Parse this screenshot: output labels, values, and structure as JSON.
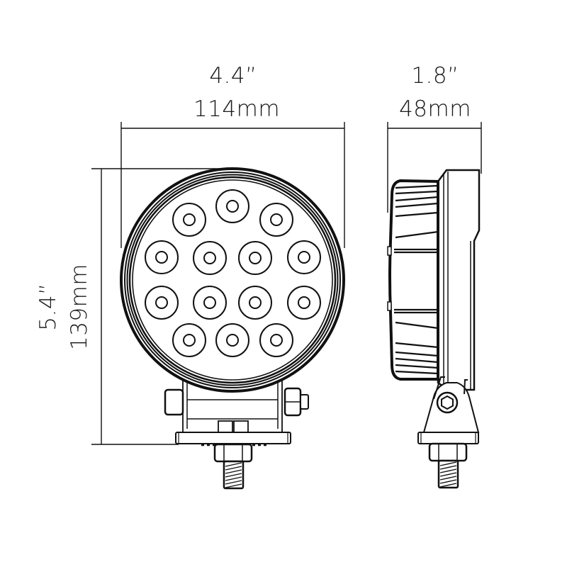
{
  "dimensions": {
    "width": {
      "imperial": "4.4”",
      "metric": "114mm"
    },
    "depth": {
      "imperial": "1.8”",
      "metric": "48mm"
    },
    "height": {
      "imperial": "5.4”",
      "metric": "139mm"
    }
  },
  "views": {
    "front": {
      "label": "front-view",
      "led_count": 14,
      "led_rows": [
        3,
        4,
        4,
        3
      ]
    },
    "side": {
      "label": "side-view"
    }
  },
  "colors": {
    "line": "#111111",
    "background": "#ffffff"
  }
}
